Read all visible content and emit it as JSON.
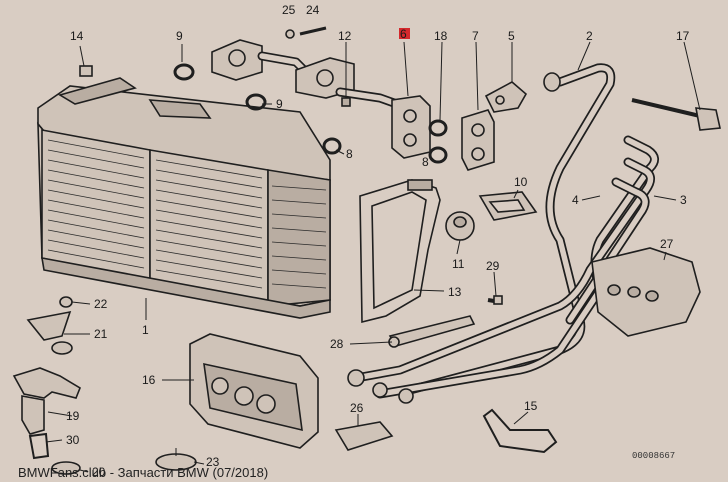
{
  "diagram": {
    "callouts": {
      "c1": "1",
      "c2": "2",
      "c3": "3",
      "c4": "4",
      "c5": "5",
      "c6": "6",
      "c7": "7",
      "c8a": "8",
      "c8b": "8",
      "c9a": "9",
      "c9b": "9",
      "c10": "10",
      "c11": "11",
      "c12": "12",
      "c13": "13",
      "c14": "14",
      "c15": "15",
      "c16": "16",
      "c17": "17",
      "c18": "18",
      "c19": "19",
      "c20": "20",
      "c21": "21",
      "c22": "22",
      "c23": "23",
      "c24": "24",
      "c25": "25",
      "c26": "26",
      "c27": "27",
      "c28": "28",
      "c29": "29",
      "c30": "30"
    },
    "image_code": "00008667",
    "caption": "BMWFans.club - Запчасти BMW (07/2018)"
  },
  "colors": {
    "background": "#d9cdc3",
    "ink": "#1f1f1f",
    "highlight": "#d4282c"
  }
}
